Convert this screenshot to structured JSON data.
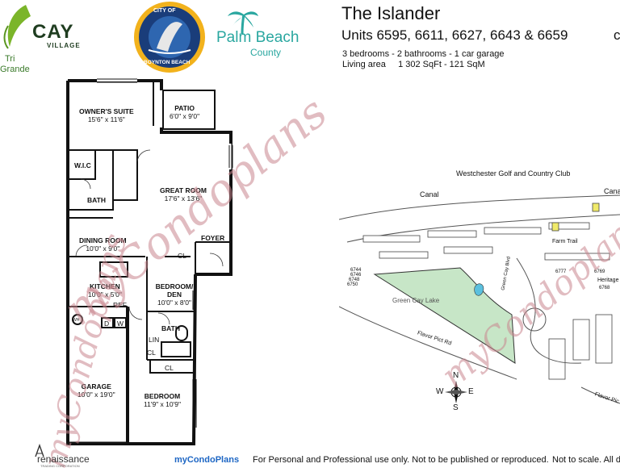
{
  "logos": {
    "cay_name": "CAY",
    "cay_sub": "VILLAGE",
    "cay_left_1": "Tri",
    "cay_left_2": "Grande",
    "city_seal_top": "CITY OF",
    "city_seal_bottom": "BOYNTON BEACH",
    "palm_beach": "Palm Beach",
    "palm_county": "County",
    "brand_left": "renaissance",
    "brand_left_sub": "TRADING CORPORATION",
    "brand_center": "myCondoPlans"
  },
  "header": {
    "title": "The Islander",
    "units": "Units 6595, 6611, 6627, 6643 & 6659",
    "units_trailing": "c",
    "specs_1": "3 bedrooms - 2 bathrooms - 1 car garage",
    "specs_2": "Living area     1 302 SqFt - 121 SqM"
  },
  "floorplan": {
    "rooms": [
      {
        "name": "OWNER'S SUITE",
        "size": "15'6\" x 11'6\""
      },
      {
        "name": "PATIO",
        "size": "6'0\" x 9'0\""
      },
      {
        "name": "W.I.C",
        "size": ""
      },
      {
        "name": "BATH",
        "size": ""
      },
      {
        "name": "GREAT ROOM",
        "size": "17'6\" x 13'6\""
      },
      {
        "name": "DINING ROOM",
        "size": "10'0\" x 9'0\""
      },
      {
        "name": "FOYER",
        "size": ""
      },
      {
        "name": "KITCHEN",
        "size": "10'0\" x 5'0\""
      },
      {
        "name": "BEDROOM/ DEN",
        "size": "10'0\" x 8'0\""
      },
      {
        "name": "GARAGE",
        "size": "10'0\" x 19'0\""
      },
      {
        "name": "BATH",
        "size": ""
      },
      {
        "name": "BEDROOM",
        "size": "11'9\" x 10'9\""
      }
    ],
    "small_labels": [
      "CL",
      "CL",
      "CL",
      "LIN",
      "REF",
      "D",
      "W",
      "WH"
    ]
  },
  "map": {
    "club": "Westchester Golf and Country Club",
    "canal_1": "Canal",
    "canal_2": "Cana",
    "lake": "Green Cay Lake",
    "street_1": "Flavor Pict Rd",
    "street_2": "Flavor Pic",
    "street_3": "Farm Trail",
    "street_4": "Heritage",
    "street_5": "Green Cay Blvd",
    "lot_numbers": [
      "6744",
      "6746",
      "6748",
      "6750",
      "6777",
      "6769",
      "6768"
    ],
    "compass": {
      "n": "N",
      "s": "S",
      "e": "E",
      "w": "W"
    }
  },
  "footer": {
    "disclaimer": "For Personal and Professional use only.  Not to be published or reproduced.",
    "scale_note": "Not to scale.  All dim"
  },
  "watermark": "myCondoplans",
  "colors": {
    "lake": "#c7e6c7",
    "pool": "#5bc0de",
    "highlight": "#f0ea6a",
    "cay_green": "#7bb52a",
    "palm_teal": "#2aa7a0",
    "palm_red": "#d13a3a",
    "seal_blue": "#1a3d7a",
    "seal_gold": "#f2b21c"
  }
}
